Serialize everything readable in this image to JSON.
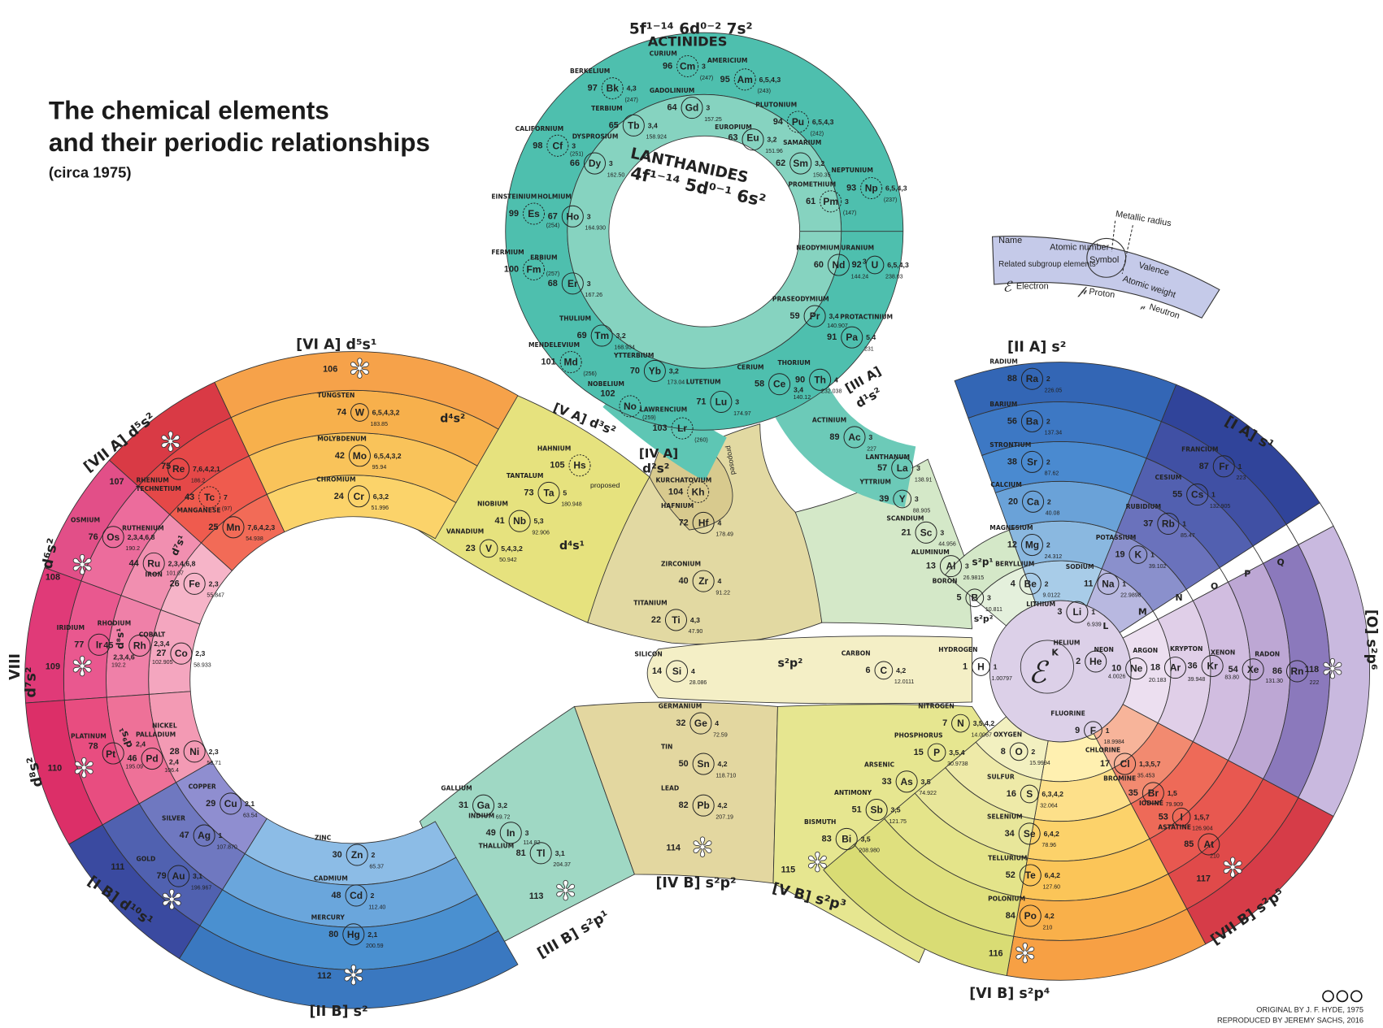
{
  "title": {
    "line1": "The chemical elements",
    "line2": "and  their periodic relationships",
    "line3": "(circa 1975)"
  },
  "credits": {
    "icons": "cc-by-sa-icons",
    "line1": "ORIGINAL BY J. F. HYDE, 1975",
    "line2": "REPRODUCED BY JEREMY SACHS, 2016"
  },
  "legend": {
    "name": "Name",
    "atomic_number": "Atomic number",
    "symbol": "Symbol",
    "valence": "Valence",
    "related": "Related subgroup elements",
    "atomic_weight": "Atomic weight",
    "metallic_radius": "Metallic radius",
    "electron": "Electron",
    "proton": "Proton",
    "neutron": "Neutron",
    "color": "#c5cae9"
  },
  "group_labels": {
    "actinides_config": "5f¹⁻¹⁴ 6d⁰⁻² 7s²",
    "actinides": "ACTINIDES",
    "lanthanides": "LANTHANIDES",
    "lanthanides_config": "4f¹⁻¹⁴ 5d⁰⁻¹ 6s²",
    "via": "[VI A] d⁵s¹",
    "viia": "[VII A] d⁵s²",
    "d6s2": "d⁶s²",
    "viii": "VIII",
    "d7s2": "d⁷s²",
    "d8s2": "d⁸s²",
    "ib": "[I B] d¹⁰s¹",
    "iib": "[II B] s²",
    "iiib": "[III B] s²p¹",
    "ivb": "[IV B] s²p²",
    "vb": "[V B] s²p³",
    "vib": "[VI B] s²p⁴",
    "viib": "[VII B] s²p⁵",
    "zero": "[O] s²p⁶",
    "ia": "[I A] s¹",
    "iia": "[II A] s²",
    "iiia": "[III A]",
    "iiia_config": "d¹s²",
    "iva": "[IV A]",
    "iva_config": "d²s²",
    "va": "[V A] d³s²",
    "inner_d4s2": "d⁴s²",
    "inner_d4s1": "d⁴s¹",
    "inner_s2p2": "s²p²",
    "inner_s2p1": "s²p¹",
    "inner_s2p2b": "s²p²",
    "inner_d7s1": "d⁷s¹",
    "inner_d8s1": "d⁸s¹",
    "inner_d9s1": "d⁹s¹",
    "proposed_1": "proposed",
    "proposed_2": "proposed"
  },
  "shells": [
    "K",
    "L",
    "M",
    "N",
    "O",
    "P",
    "Q"
  ],
  "elements": [
    {
      "n": "96",
      "s": "Cm",
      "name": "CURIUM",
      "w": "(247)",
      "v": "3"
    },
    {
      "n": "95",
      "s": "Am",
      "name": "AMERICIUM",
      "w": "(243)",
      "v": "6,5,4,3"
    },
    {
      "n": "97",
      "s": "Bk",
      "name": "BERKELIUM",
      "w": "(247)",
      "v": "4,3"
    },
    {
      "n": "64",
      "s": "Gd",
      "name": "GADOLINIUM",
      "w": "157.25",
      "v": "3"
    },
    {
      "n": "94",
      "s": "Pu",
      "name": "PLUTONIUM",
      "w": "(242)",
      "v": "6,5,4,3"
    },
    {
      "n": "65",
      "s": "Tb",
      "name": "TERBIUM",
      "w": "158.924",
      "v": "3,4"
    },
    {
      "n": "63",
      "s": "Eu",
      "name": "EUROPIUM",
      "w": "151.96",
      "v": "3,2"
    },
    {
      "n": "98",
      "s": "Cf",
      "name": "CALIFORNIUM",
      "w": "(251)",
      "v": "3"
    },
    {
      "n": "62",
      "s": "Sm",
      "name": "SAMARIUM",
      "w": "150.35",
      "v": "3,2"
    },
    {
      "n": "66",
      "s": "Dy",
      "name": "DYSPROSIUM",
      "w": "162.50",
      "v": "3"
    },
    {
      "n": "99",
      "s": "Es",
      "name": "EINSTEINIUM",
      "w": "(254)",
      "v": ""
    },
    {
      "n": "67",
      "s": "Ho",
      "name": "HOLMIUM",
      "w": "164.930",
      "v": "3"
    },
    {
      "n": "61",
      "s": "Pm",
      "name": "PROMETHIUM",
      "w": "(147)",
      "v": "3"
    },
    {
      "n": "93",
      "s": "Np",
      "name": "NEPTUNIUM",
      "w": "(237)",
      "v": "6,5,4,3"
    },
    {
      "n": "60",
      "s": "Nd",
      "name": "NEODYMIUM",
      "w": "144.24",
      "v": "3"
    },
    {
      "n": "92",
      "s": "U",
      "name": "URANIUM",
      "w": "238.03",
      "v": "6,5,4,3"
    },
    {
      "n": "100",
      "s": "Fm",
      "name": "FERMIUM",
      "w": "(257)",
      "v": ""
    },
    {
      "n": "68",
      "s": "Er",
      "name": "ERBIUM",
      "w": "167.26",
      "v": "3"
    },
    {
      "n": "59",
      "s": "Pr",
      "name": "PRASEODYMIUM",
      "w": "140.907",
      "v": "3,4"
    },
    {
      "n": "91",
      "s": "Pa",
      "name": "PROTACTINIUM",
      "w": "231",
      "v": "5,4"
    },
    {
      "n": "69",
      "s": "Tm",
      "name": "THULIUM",
      "w": "168.934",
      "v": "3,2"
    },
    {
      "n": "101",
      "s": "Md",
      "name": "MENDELEVIUM",
      "w": "(256)",
      "v": ""
    },
    {
      "n": "70",
      "s": "Yb",
      "name": "YTTERBIUM",
      "w": "173.04",
      "v": "3,2"
    },
    {
      "n": "102",
      "s": "No",
      "name": "NOBELIUM",
      "w": "(259)",
      "v": ""
    },
    {
      "n": "71",
      "s": "Lu",
      "name": "LUTETIUM",
      "w": "174.97",
      "v": "3"
    },
    {
      "n": "103",
      "s": "Lr",
      "name": "LAWRENCIUM",
      "w": "(260)",
      "v": ""
    },
    {
      "n": "58",
      "s": "Ce",
      "name": "CERIUM",
      "w": "140.12",
      "v": "3,4"
    },
    {
      "n": "90",
      "s": "Th",
      "name": "THORIUM",
      "w": "232.038",
      "v": "4"
    },
    {
      "n": "89",
      "s": "Ac",
      "name": "ACTINIUM",
      "w": "227",
      "v": "3"
    },
    {
      "n": "57",
      "s": "La",
      "name": "LANTHANUM",
      "w": "138.91",
      "v": "3"
    },
    {
      "n": "105",
      "s": "Hs",
      "name": "HAHNIUM",
      "w": "",
      "v": ""
    },
    {
      "n": "104",
      "s": "Kh",
      "name": "KURCHATOVIUM",
      "w": "",
      "v": ""
    },
    {
      "n": "72",
      "s": "Hf",
      "name": "HAFNIUM",
      "w": "178.49",
      "v": "4"
    },
    {
      "n": "73",
      "s": "Ta",
      "name": "TANTALUM",
      "w": "180.948",
      "v": "5"
    },
    {
      "n": "41",
      "s": "Nb",
      "name": "NIOBIUM",
      "w": "92.906",
      "v": "5,3"
    },
    {
      "n": "23",
      "s": "V",
      "name": "VANADIUM",
      "w": "50.942",
      "v": "5,4,3,2"
    },
    {
      "n": "40",
      "s": "Zr",
      "name": "ZIRCONIUM",
      "w": "91.22",
      "v": "4"
    },
    {
      "n": "22",
      "s": "Ti",
      "name": "TITANIUM",
      "w": "47.90",
      "v": "4,3"
    },
    {
      "n": "74",
      "s": "W",
      "name": "TUNGSTEN",
      "w": "183.85",
      "v": "6,5,4,3,2"
    },
    {
      "n": "42",
      "s": "Mo",
      "name": "MOLYBDENUM",
      "w": "95.94",
      "v": "6,5,4,3,2"
    },
    {
      "n": "24",
      "s": "Cr",
      "name": "CHROMIUM",
      "w": "51.996",
      "v": "6,3,2"
    },
    {
      "n": "75",
      "s": "Re",
      "name": "RHENIUM",
      "w": "186.2",
      "v": "7,6,4,2,1"
    },
    {
      "n": "43",
      "s": "Tc",
      "name": "TECHNETIUM",
      "w": "(97)",
      "v": "7"
    },
    {
      "n": "25",
      "s": "Mn",
      "name": "MANGANESE",
      "w": "54.938",
      "v": "7,6,4,2,3"
    },
    {
      "n": "76",
      "s": "Os",
      "name": "OSMIUM",
      "w": "190.2",
      "v": "2,3,4,6,8"
    },
    {
      "n": "44",
      "s": "Ru",
      "name": "RUTHENIUM",
      "w": "101.07",
      "v": "2,3,4,6,8"
    },
    {
      "n": "26",
      "s": "Fe",
      "name": "IRON",
      "w": "55.847",
      "v": "2,3"
    },
    {
      "n": "77",
      "s": "Ir",
      "name": "IRIDIUM",
      "w": "192.2",
      "v": "2,3,4,6"
    },
    {
      "n": "45",
      "s": "Rh",
      "name": "RHODIUM",
      "w": "102.905",
      "v": "2,3,4"
    },
    {
      "n": "27",
      "s": "Co",
      "name": "COBALT",
      "w": "58.933",
      "v": "2,3"
    },
    {
      "n": "78",
      "s": "Pt",
      "name": "PLATINUM",
      "w": "195.09",
      "v": "2,4"
    },
    {
      "n": "46",
      "s": "Pd",
      "name": "PALLADIUM",
      "w": "106.4",
      "v": "2,4"
    },
    {
      "n": "28",
      "s": "Ni",
      "name": "NICKEL",
      "w": "58.71",
      "v": "2,3"
    },
    {
      "n": "29",
      "s": "Cu",
      "name": "COPPER",
      "w": "63.54",
      "v": "2,1"
    },
    {
      "n": "47",
      "s": "Ag",
      "name": "SILVER",
      "w": "107.870",
      "v": "1"
    },
    {
      "n": "79",
      "s": "Au",
      "name": "GOLD",
      "w": "196.967",
      "v": "3,1"
    },
    {
      "n": "30",
      "s": "Zn",
      "name": "ZINC",
      "w": "65.37",
      "v": "2"
    },
    {
      "n": "48",
      "s": "Cd",
      "name": "CADMIUM",
      "w": "112.40",
      "v": "2"
    },
    {
      "n": "80",
      "s": "Hg",
      "name": "MERCURY",
      "w": "200.59",
      "v": "2,1"
    },
    {
      "n": "31",
      "s": "Ga",
      "name": "GALLIUM",
      "w": "69.72",
      "v": "3,2"
    },
    {
      "n": "49",
      "s": "In",
      "name": "INDIUM",
      "w": "114.82",
      "v": "3"
    },
    {
      "n": "81",
      "s": "Tl",
      "name": "THALLIUM",
      "w": "204.37",
      "v": "3,1"
    },
    {
      "n": "32",
      "s": "Ge",
      "name": "GERMANIUM",
      "w": "72.59",
      "v": "4"
    },
    {
      "n": "50",
      "s": "Sn",
      "name": "TIN",
      "w": "118.710",
      "v": "4,2"
    },
    {
      "n": "82",
      "s": "Pb",
      "name": "LEAD",
      "w": "207.19",
      "v": "4,2"
    },
    {
      "n": "14",
      "s": "Si",
      "name": "SILICON",
      "w": "28.086",
      "v": "4"
    },
    {
      "n": "6",
      "s": "C",
      "name": "CARBON",
      "w": "12.0111",
      "v": "4,2"
    },
    {
      "n": "7",
      "s": "N",
      "name": "NITROGEN",
      "w": "14.0067",
      "v": "3,5,4,2"
    },
    {
      "n": "15",
      "s": "P",
      "name": "PHOSPHORUS",
      "w": "30.9738",
      "v": "3,5,4"
    },
    {
      "n": "33",
      "s": "As",
      "name": "ARSENIC",
      "w": "74.922",
      "v": "3,5"
    },
    {
      "n": "51",
      "s": "Sb",
      "name": "ANTIMONY",
      "w": "121.75",
      "v": "3,5"
    },
    {
      "n": "83",
      "s": "Bi",
      "name": "BISMUTH",
      "w": "208.980",
      "v": "3,5"
    },
    {
      "n": "8",
      "s": "O",
      "name": "OXYGEN",
      "w": "15.9994",
      "v": "2"
    },
    {
      "n": "16",
      "s": "S",
      "name": "SULFUR",
      "w": "32.064",
      "v": "6,3,4,2"
    },
    {
      "n": "34",
      "s": "Se",
      "name": "SELENIUM",
      "w": "78.96",
      "v": "6,4,2"
    },
    {
      "n": "52",
      "s": "Te",
      "name": "TELLURIUM",
      "w": "127.60",
      "v": "6,4,2"
    },
    {
      "n": "84",
      "s": "Po",
      "name": "POLONIUM",
      "w": "210",
      "v": "4,2"
    },
    {
      "n": "9",
      "s": "F",
      "name": "FLUORINE",
      "w": "18.9984",
      "v": "1"
    },
    {
      "n": "17",
      "s": "Cl",
      "name": "CHLORINE",
      "w": "35.453",
      "v": "1,3,5,7"
    },
    {
      "n": "35",
      "s": "Br",
      "name": "BROMINE",
      "w": "79.909",
      "v": "1,5"
    },
    {
      "n": "53",
      "s": "I",
      "name": "IODINE",
      "w": "126.904",
      "v": "1,5,7"
    },
    {
      "n": "85",
      "s": "At",
      "name": "ASTATINE",
      "w": "210",
      "v": ""
    },
    {
      "n": "88",
      "s": "Ra",
      "name": "RADIUM",
      "w": "226.05",
      "v": "2"
    },
    {
      "n": "56",
      "s": "Ba",
      "name": "BARIUM",
      "w": "137.34",
      "v": "2"
    },
    {
      "n": "38",
      "s": "Sr",
      "name": "STRONTIUM",
      "w": "87.62",
      "v": "2"
    },
    {
      "n": "20",
      "s": "Ca",
      "name": "CALCIUM",
      "w": "40.08",
      "v": "2"
    },
    {
      "n": "12",
      "s": "Mg",
      "name": "MAGNESIUM",
      "w": "24.312",
      "v": "2"
    },
    {
      "n": "4",
      "s": "Be",
      "name": "BERYLLIUM",
      "w": "9.0122",
      "v": "2"
    },
    {
      "n": "87",
      "s": "Fr",
      "name": "FRANCIUM",
      "w": "223",
      "v": "1"
    },
    {
      "n": "55",
      "s": "Cs",
      "name": "CESIUM",
      "w": "132.905",
      "v": "1"
    },
    {
      "n": "37",
      "s": "Rb",
      "name": "RUBIDIUM",
      "w": "85.47",
      "v": "1"
    },
    {
      "n": "19",
      "s": "K",
      "name": "POTASSIUM",
      "w": "39.102",
      "v": "1"
    },
    {
      "n": "11",
      "s": "Na",
      "name": "SODIUM",
      "w": "22.9898",
      "v": "1"
    },
    {
      "n": "3",
      "s": "Li",
      "name": "LITHIUM",
      "w": "6.939",
      "v": "1"
    },
    {
      "n": "1",
      "s": "H",
      "name": "HYDROGEN",
      "w": "1.00797",
      "v": "1"
    },
    {
      "n": "2",
      "s": "He",
      "name": "HELIUM",
      "w": "4.0026",
      "v": ""
    },
    {
      "n": "10",
      "s": "Ne",
      "name": "NEON",
      "w": "20.183",
      "v": ""
    },
    {
      "n": "18",
      "s": "Ar",
      "name": "ARGON",
      "w": "39.948",
      "v": ""
    },
    {
      "n": "36",
      "s": "Kr",
      "name": "KRYPTON",
      "w": "83.80",
      "v": ""
    },
    {
      "n": "54",
      "s": "Xe",
      "name": "XENON",
      "w": "131.30",
      "v": ""
    },
    {
      "n": "86",
      "s": "Rn",
      "name": "RADON",
      "w": "222",
      "v": ""
    },
    {
      "n": "39",
      "s": "Y",
      "name": "YTTRIUM",
      "w": "88.905",
      "v": "3"
    },
    {
      "n": "21",
      "s": "Sc",
      "name": "SCANDIUM",
      "w": "44.956",
      "v": "3"
    },
    {
      "n": "13",
      "s": "Al",
      "name": "ALUMINUM",
      "w": "26.9815",
      "v": "3"
    },
    {
      "n": "5",
      "s": "B",
      "name": "BORON",
      "w": "10.811",
      "v": "3"
    }
  ],
  "undiscovered": [
    "106",
    "107",
    "108",
    "109",
    "110",
    "111",
    "112",
    "113",
    "114",
    "115",
    "116",
    "117",
    "118"
  ],
  "colors": {
    "actinides": "#4ebfae",
    "lanthanides": "#86d3c0",
    "via": "#f6a24a",
    "viia": "#d93a45",
    "viii": "#e24f88",
    "ib": "#3a4aa0",
    "iib": "#4a90d0",
    "ia": "#30449a",
    "iia": "#4a8ad0",
    "zero": "#8b79bc",
    "viib": "#e04a4a",
    "vib": "#f9b04a",
    "vb": "#dfe07e",
    "iva": "#e2d9a2",
    "iiia": "#d4e8c8",
    "iiib": "#7fcfba"
  }
}
